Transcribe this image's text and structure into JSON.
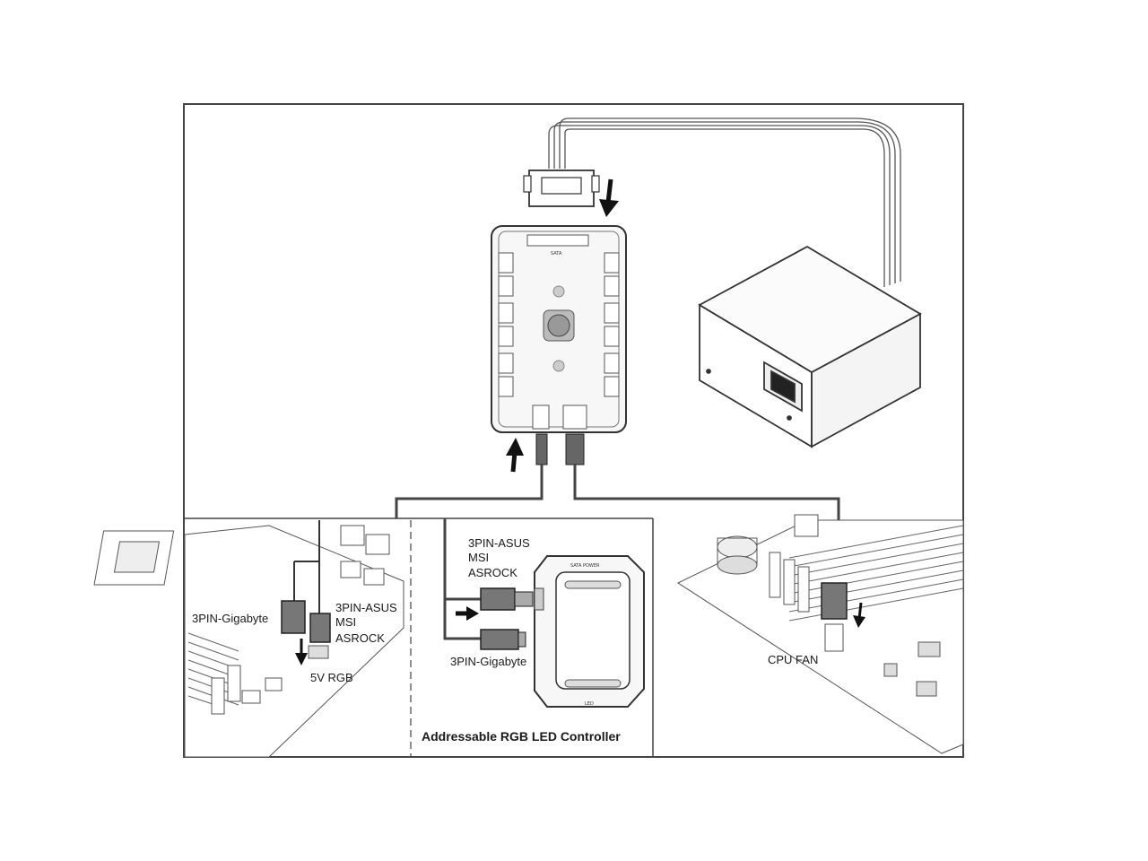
{
  "labels": {
    "left_gigabyte": "3PIN-Gigabyte",
    "left_asus_line1": "3PIN-ASUS",
    "left_asus_line2": "MSI",
    "left_asus_line3": "ASROCK",
    "left_5v": "5V RGB",
    "mid_asus_line1": "3PIN-ASUS",
    "mid_asus_line2": "MSI",
    "mid_asus_line3": "ASROCK",
    "mid_gigabyte": "3PIN-Gigabyte",
    "controller_caption": "Addressable RGB LED Controller",
    "cpu_fan": "CPU FAN"
  },
  "hub_markings": {
    "sata": "SATA",
    "controller_top": "SATA POWER",
    "controller_bottom": "LED"
  },
  "colors": {
    "line": "#333333",
    "hub_fill": "#f7f7f7",
    "panel_border": "#444444",
    "cable": "#555555"
  }
}
